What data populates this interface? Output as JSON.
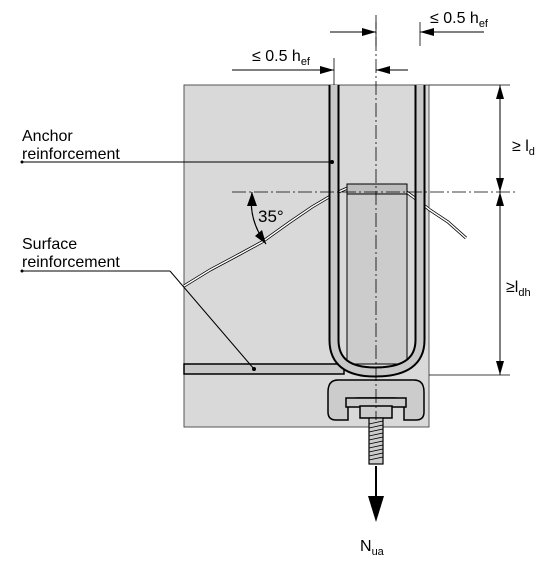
{
  "labels": {
    "anchor_reinforcement": [
      "Anchor",
      "reinforcement"
    ],
    "surface_reinforcement": [
      "Surface",
      "reinforcement"
    ],
    "angle": "35°",
    "dim_top_right": {
      "prefix": "≤ 0.5 h",
      "sub": "ef"
    },
    "dim_top_left": {
      "prefix": "≤ 0.5 h",
      "sub": "ef"
    },
    "dim_right_upper": {
      "prefix": "≥ l",
      "sub": "d"
    },
    "dim_right_lower": {
      "prefix": "≥l",
      "sub": "dh"
    },
    "load": {
      "prefix": "N",
      "sub": "ua"
    }
  },
  "colors": {
    "concrete": "#d9d9d9",
    "rebar_fill": "#c8c8c8",
    "anchor_fill": "#cccccc",
    "line": "#000000"
  }
}
